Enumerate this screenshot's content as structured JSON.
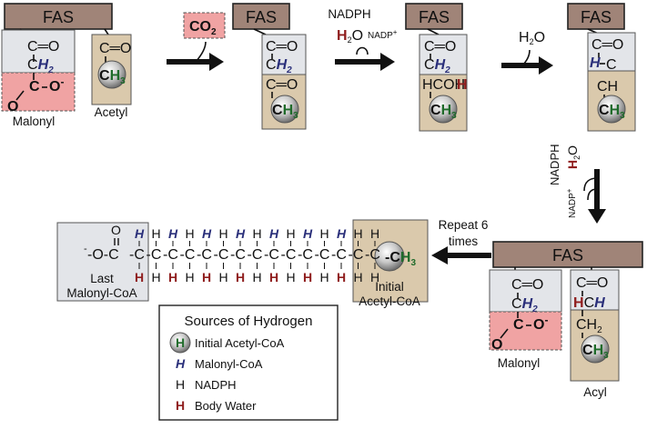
{
  "fas_label": "FAS",
  "labels": {
    "malonyl": "Malonyl",
    "acetyl": "Acetyl",
    "co2": "CO",
    "co2_sub": "2",
    "nadph": "NADPH",
    "nadp": "NADP",
    "h2o_h": "H",
    "h2o_2": "2",
    "h2o_o": "O",
    "repeat_line1": "Repeat 6",
    "repeat_line2": "times",
    "last_malonyl_1": "Last",
    "last_malonyl_2": "Malonyl-CoA",
    "initial_acetyl_1": "Initial",
    "initial_acetyl_2": "Acetyl-CoA",
    "acyl": "Acyl",
    "malonyl2": "Malonyl"
  },
  "chem": {
    "co": "C═O",
    "c": "C",
    "o": "O",
    "eq_o": "═O",
    "h2": "H",
    "h2_sub": "2",
    "ch3_c": "CH",
    "ch3_3": "3",
    "hcoh": "HCOH",
    "ch": "CH",
    "hch": "HCH",
    "ch2": "CH",
    "ch2_sub": "2",
    "o_minus": "O",
    "minus": "-",
    "chain_start": "O-C-C-C-C-C-C-C-C-C-C-C-C-C-C-CH",
    "chain_minus": "-",
    "h": "H"
  },
  "legend": {
    "title": "Sources of Hydrogen",
    "items": [
      {
        "symbol": "H",
        "text": "Initial Acetyl-CoA",
        "color": "#1f6b2a"
      },
      {
        "symbol": "H",
        "text": "Malonyl-CoA",
        "color": "#2a2f7a"
      },
      {
        "symbol": "H",
        "text": "NADPH",
        "color": "#111111"
      },
      {
        "symbol": "H",
        "text": "Body Water",
        "color": "#8f1d1d"
      }
    ]
  },
  "colors": {
    "fas_fill": "#a08478",
    "gray_box": "#e3e5e9",
    "pink_box": "#f0a3a3",
    "tan_box": "#dac9ac",
    "blue_h": "#2a2f7a",
    "red_h": "#8f1d1d",
    "green_h": "#1f6b2a"
  }
}
